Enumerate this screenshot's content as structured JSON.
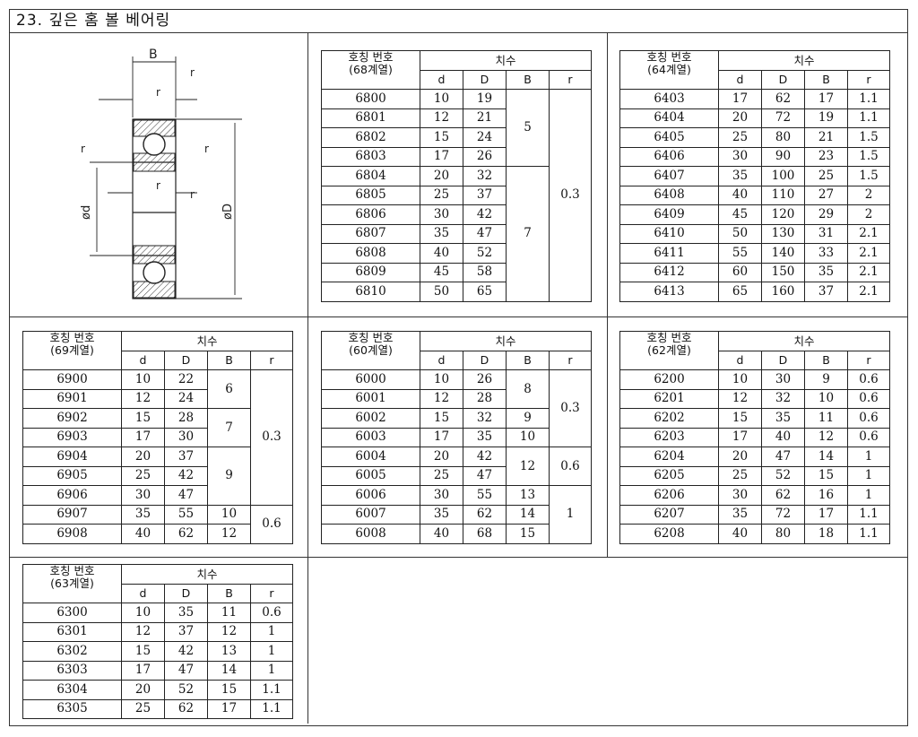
{
  "page_title": "23. 깊은 홈 볼 베어링",
  "diagram": {
    "labels": {
      "B": "B",
      "r": "r",
      "d": "ød",
      "D": "øD"
    }
  },
  "table_header": {
    "code": "호칭 번호",
    "dims": "치수",
    "d": "d",
    "D": "D",
    "B": "B",
    "r": "r"
  },
  "tables": [
    {
      "series": "(68계열)",
      "rows": [
        [
          "6800",
          "10",
          "19"
        ],
        [
          "6801",
          "12",
          "21"
        ],
        [
          "6802",
          "15",
          "24"
        ],
        [
          "6803",
          "17",
          "26"
        ],
        [
          "6804",
          "20",
          "32"
        ],
        [
          "6805",
          "25",
          "37"
        ],
        [
          "6806",
          "30",
          "42"
        ],
        [
          "6807",
          "35",
          "47"
        ],
        [
          "6808",
          "40",
          "52"
        ],
        [
          "6809",
          "45",
          "58"
        ],
        [
          "6810",
          "50",
          "65"
        ]
      ],
      "B": [
        {
          "value": "5",
          "span": 4
        },
        {
          "value": "7",
          "span": 7
        }
      ],
      "r": [
        {
          "value": "0.3",
          "span": 11
        }
      ]
    },
    {
      "series": "(64계열)",
      "rows": [
        [
          "6403",
          "17",
          "62",
          "17",
          "1.1"
        ],
        [
          "6404",
          "20",
          "72",
          "19",
          "1.1"
        ],
        [
          "6405",
          "25",
          "80",
          "21",
          "1.5"
        ],
        [
          "6406",
          "30",
          "90",
          "23",
          "1.5"
        ],
        [
          "6407",
          "35",
          "100",
          "25",
          "1.5"
        ],
        [
          "6408",
          "40",
          "110",
          "27",
          "2"
        ],
        [
          "6409",
          "45",
          "120",
          "29",
          "2"
        ],
        [
          "6410",
          "50",
          "130",
          "31",
          "2.1"
        ],
        [
          "6411",
          "55",
          "140",
          "33",
          "2.1"
        ],
        [
          "6412",
          "60",
          "150",
          "35",
          "2.1"
        ],
        [
          "6413",
          "65",
          "160",
          "37",
          "2.1"
        ]
      ]
    },
    {
      "series": "(69계열)",
      "rows": [
        [
          "6900",
          "10",
          "22"
        ],
        [
          "6901",
          "12",
          "24"
        ],
        [
          "6902",
          "15",
          "28"
        ],
        [
          "6903",
          "17",
          "30"
        ],
        [
          "6904",
          "20",
          "37"
        ],
        [
          "6905",
          "25",
          "42"
        ],
        [
          "6906",
          "30",
          "47"
        ],
        [
          "6907",
          "35",
          "55"
        ],
        [
          "6908",
          "40",
          "62"
        ]
      ],
      "B": [
        {
          "value": "6",
          "span": 2
        },
        {
          "value": "7",
          "span": 2
        },
        {
          "value": "9",
          "span": 3
        },
        {
          "value": "10",
          "span": 1
        },
        {
          "value": "12",
          "span": 1
        }
      ],
      "r": [
        {
          "value": "0.3",
          "span": 7
        },
        {
          "value": "0.6",
          "span": 2
        }
      ]
    },
    {
      "series": "(60계열)",
      "rows": [
        [
          "6000",
          "10",
          "26"
        ],
        [
          "6001",
          "12",
          "28"
        ],
        [
          "6002",
          "15",
          "32"
        ],
        [
          "6003",
          "17",
          "35"
        ],
        [
          "6004",
          "20",
          "42"
        ],
        [
          "6005",
          "25",
          "47"
        ],
        [
          "6006",
          "30",
          "55"
        ],
        [
          "6007",
          "35",
          "62"
        ],
        [
          "6008",
          "40",
          "68"
        ]
      ],
      "B": [
        {
          "value": "8",
          "span": 2
        },
        {
          "value": "9",
          "span": 1
        },
        {
          "value": "10",
          "span": 1
        },
        {
          "value": "12",
          "span": 2
        },
        {
          "value": "13",
          "span": 1
        },
        {
          "value": "14",
          "span": 1
        },
        {
          "value": "15",
          "span": 1
        }
      ],
      "r": [
        {
          "value": "0.3",
          "span": 4
        },
        {
          "value": "0.6",
          "span": 2
        },
        {
          "value": "1",
          "span": 3
        }
      ]
    },
    {
      "series": "(62계열)",
      "rows": [
        [
          "6200",
          "10",
          "30",
          "9",
          "0.6"
        ],
        [
          "6201",
          "12",
          "32",
          "10",
          "0.6"
        ],
        [
          "6202",
          "15",
          "35",
          "11",
          "0.6"
        ],
        [
          "6203",
          "17",
          "40",
          "12",
          "0.6"
        ],
        [
          "6204",
          "20",
          "47",
          "14",
          "1"
        ],
        [
          "6205",
          "25",
          "52",
          "15",
          "1"
        ],
        [
          "6206",
          "30",
          "62",
          "16",
          "1"
        ],
        [
          "6207",
          "35",
          "72",
          "17",
          "1.1"
        ],
        [
          "6208",
          "40",
          "80",
          "18",
          "1.1"
        ]
      ]
    },
    {
      "series": "(63계열)",
      "rows": [
        [
          "6300",
          "10",
          "35",
          "11",
          "0.6"
        ],
        [
          "6301",
          "12",
          "37",
          "12",
          "1"
        ],
        [
          "6302",
          "15",
          "42",
          "13",
          "1"
        ],
        [
          "6303",
          "17",
          "47",
          "14",
          "1"
        ],
        [
          "6304",
          "20",
          "52",
          "15",
          "1.1"
        ],
        [
          "6305",
          "25",
          "62",
          "17",
          "1.1"
        ]
      ]
    }
  ]
}
